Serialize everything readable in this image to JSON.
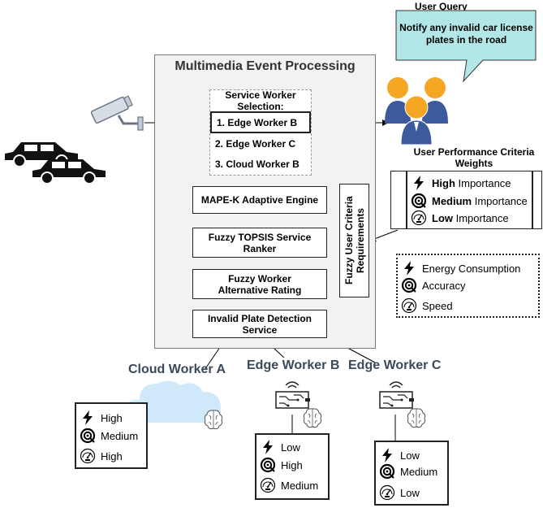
{
  "user_query": {
    "title": "User Query",
    "text": "Notify any invalid car license plates in the road"
  },
  "mep": {
    "title": "Multimedia Event Processing",
    "selection": {
      "title": "Service Worker Selection:",
      "items": [
        "1. Edge Worker B",
        "2. Edge Worker C",
        "3. Cloud Worker B"
      ]
    },
    "mapek": "MAPE-K Adaptive Engine",
    "topsis": "Fuzzy TOPSIS Service Ranker",
    "rating": "Fuzzy Worker Alternative Rating",
    "detection": "Invalid Plate Detection Service",
    "fuzzy_req": "Fuzzy User Criteria Requirements"
  },
  "weights": {
    "title": "User Performance Criteria Weights",
    "rows": [
      {
        "level": "High",
        "suffix": " Importance",
        "icon": "lightning-icon"
      },
      {
        "level": "Medium",
        "suffix": " Importance",
        "icon": "accuracy-target-icon"
      },
      {
        "level": "Low",
        "suffix": " Importance",
        "icon": "speedometer-icon"
      }
    ]
  },
  "legend": {
    "items": [
      {
        "label": "Energy Consumption",
        "icon": "lightning-icon"
      },
      {
        "label": "Accuracy",
        "icon": "accuracy-target-icon"
      },
      {
        "label": "Speed",
        "icon": "speedometer-icon"
      }
    ]
  },
  "workers": {
    "cloud_a": {
      "label": "Cloud Worker A",
      "energy": "High",
      "accuracy": "Medium",
      "speed": "High"
    },
    "edge_b": {
      "label": "Edge Worker B",
      "energy": "Low",
      "accuracy": "High",
      "speed": "Medium"
    },
    "edge_c": {
      "label": "Edge Worker C",
      "energy": "Low",
      "accuracy": "Medium",
      "speed": "Low"
    }
  },
  "colors": {
    "query_bubble": "#b3e6e6",
    "cloud": "#cfe9fb",
    "panel": "#f2f2f2",
    "user_head": "#f5a623",
    "user_body": "#3d5a9e"
  }
}
